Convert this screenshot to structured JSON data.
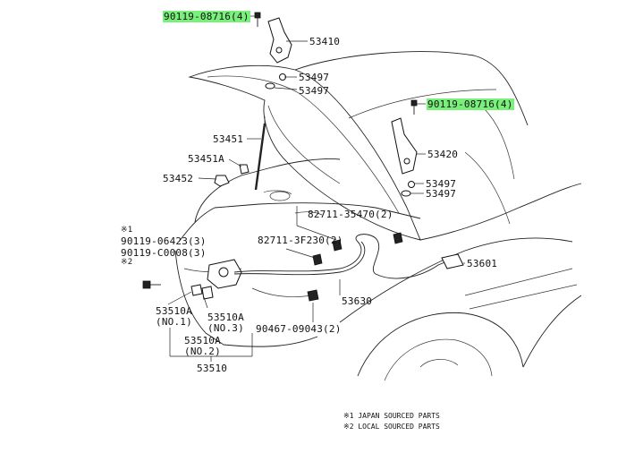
{
  "diagram": {
    "labels": {
      "bolt_top": "90119-08716(4)",
      "hinge_left": "53410",
      "cushion_left_1": "53497",
      "cushion_left_2": "53497",
      "bolt_right": "90119-08716(4)",
      "stay": "53451",
      "stay_clip": "53451A",
      "stay_holder": "53452",
      "hinge_right": "53420",
      "cushion_right_1": "53497",
      "cushion_right_2": "53497",
      "clip_1": "82711-35470(2)",
      "clip_2": "82711-3F230(2)",
      "jp_mark": "※1",
      "screw_1": "90119-06423(3)",
      "screw_2": "90119-C0008(3)",
      "local_mark": "※2",
      "release_cable": "53601",
      "lock_cable": "53630",
      "clamp": "90467-09043(2)",
      "lock_no1_a": "53510A",
      "lock_no1_b": "(NO.1)",
      "lock_no3_a": "53510A",
      "lock_no3_b": "(NO.3)",
      "lock_no2_a": "53510A",
      "lock_no2_b": "(NO.2)",
      "lock_assy": "53510"
    },
    "notes": {
      "note_1": "※1  JAPAN SOURCED PARTS",
      "note_2": "※2  LOCAL SOURCED PARTS"
    },
    "colors": {
      "highlight": "#79f07a",
      "line": "#222222"
    }
  }
}
